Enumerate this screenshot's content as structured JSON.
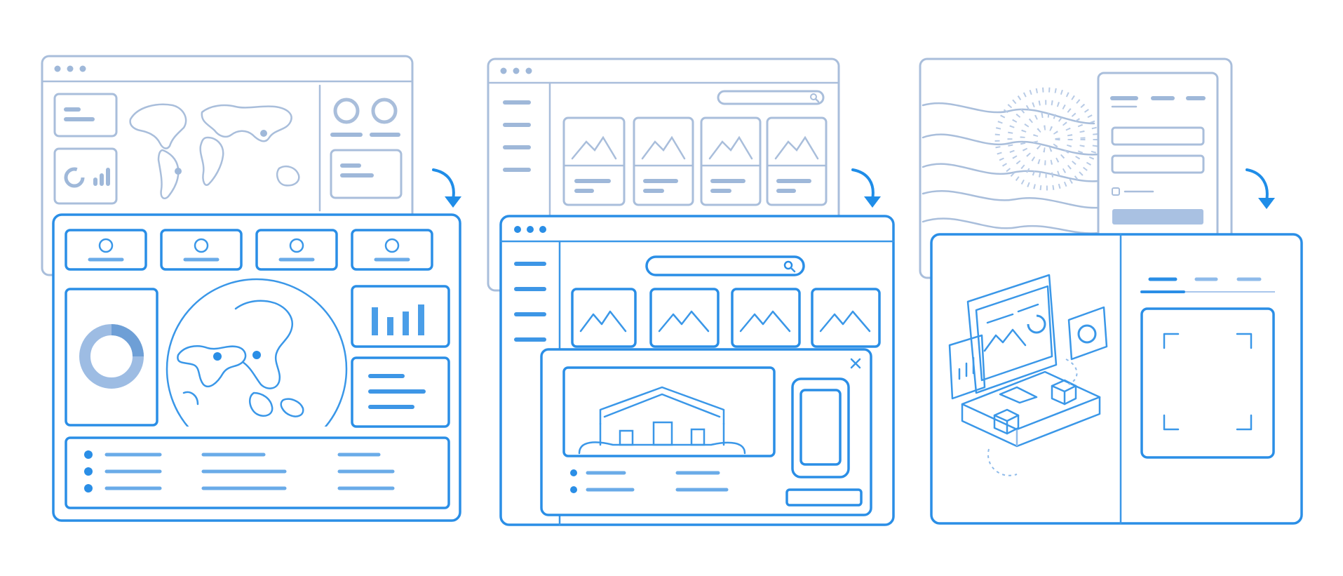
{
  "colors": {
    "old_outline": "#a9bedb",
    "new_outline": "#2a8ee6",
    "accent": "#1f8de8",
    "background": "#ffffff"
  },
  "panels": [
    {
      "name": "dashboard-transformation",
      "before": {
        "icons": [
          "window-dots-icon",
          "world-map-icon",
          "ring-chart-icon",
          "bar-chart-icon"
        ]
      },
      "after": {
        "icons": [
          "user-card-icon",
          "globe-icon",
          "donut-chart-icon",
          "bar-chart-icon",
          "bullet-list-icon"
        ]
      }
    },
    {
      "name": "gallery-transformation",
      "before": {
        "icons": [
          "window-dots-icon",
          "search-icon",
          "image-placeholder-icon"
        ]
      },
      "after": {
        "icons": [
          "window-dots-icon",
          "search-icon",
          "image-placeholder-icon",
          "close-icon",
          "house-icon",
          "phone-icon"
        ]
      }
    },
    {
      "name": "login-transformation",
      "before": {
        "icons": [
          "wave-pattern-icon",
          "dotted-sphere-icon",
          "checkbox-icon"
        ]
      },
      "after": {
        "icons": [
          "isometric-monitor-icon",
          "cube-icon",
          "scan-frame-icon",
          "tab-icon"
        ]
      }
    }
  ],
  "arrows": [
    "transform-arrow-icon",
    "transform-arrow-icon",
    "transform-arrow-icon"
  ]
}
